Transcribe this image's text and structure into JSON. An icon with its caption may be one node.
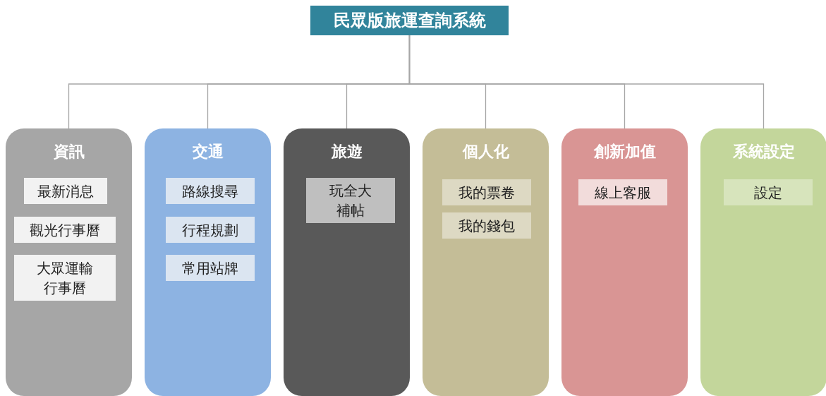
{
  "diagram": {
    "nodes": [
      {
        "text": [
          "民眾版旅運查詢系統"
        ]
      },
      {
        "text": [
          "資訊"
        ]
      },
      {
        "text": [
          "最新消息"
        ],
        "in": 1
      },
      {
        "text": [
          "觀光行事曆"
        ],
        "in": 1
      },
      {
        "text": [
          "大眾運輸行事曆"
        ],
        "in": 1
      },
      {
        "text": [
          "交通"
        ]
      },
      {
        "text": [
          "路線搜尋"
        ],
        "in": 5
      },
      {
        "text": [
          "行程規劃"
        ],
        "in": 5
      },
      {
        "text": [
          "常用站牌"
        ],
        "in": 5
      },
      {
        "text": [
          "旅遊"
        ]
      },
      {
        "text": [
          "玩全大補帖"
        ],
        "in": 9
      },
      {
        "text": [
          "個人化"
        ]
      },
      {
        "text": [
          "我的票卷"
        ],
        "in": 11
      },
      {
        "text": [
          "我的錢包"
        ],
        "in": 11
      },
      {
        "text": [
          "創新加值"
        ]
      },
      {
        "text": [
          "線上客服"
        ],
        "in": 14
      },
      {
        "text": [
          "系統設定"
        ]
      },
      {
        "text": [
          "設定"
        ],
        "in": 16
      }
    ],
    "edges": [
      {
        "from": 0,
        "to": 1,
        "arrow": "none"
      },
      {
        "from": 0,
        "to": 5,
        "arrow": "none"
      },
      {
        "from": 0,
        "to": 9,
        "arrow": "none"
      },
      {
        "from": 0,
        "to": 11,
        "arrow": "none"
      },
      {
        "from": 0,
        "to": 14,
        "arrow": "none"
      },
      {
        "from": 0,
        "to": 16,
        "arrow": "none"
      }
    ]
  }
}
